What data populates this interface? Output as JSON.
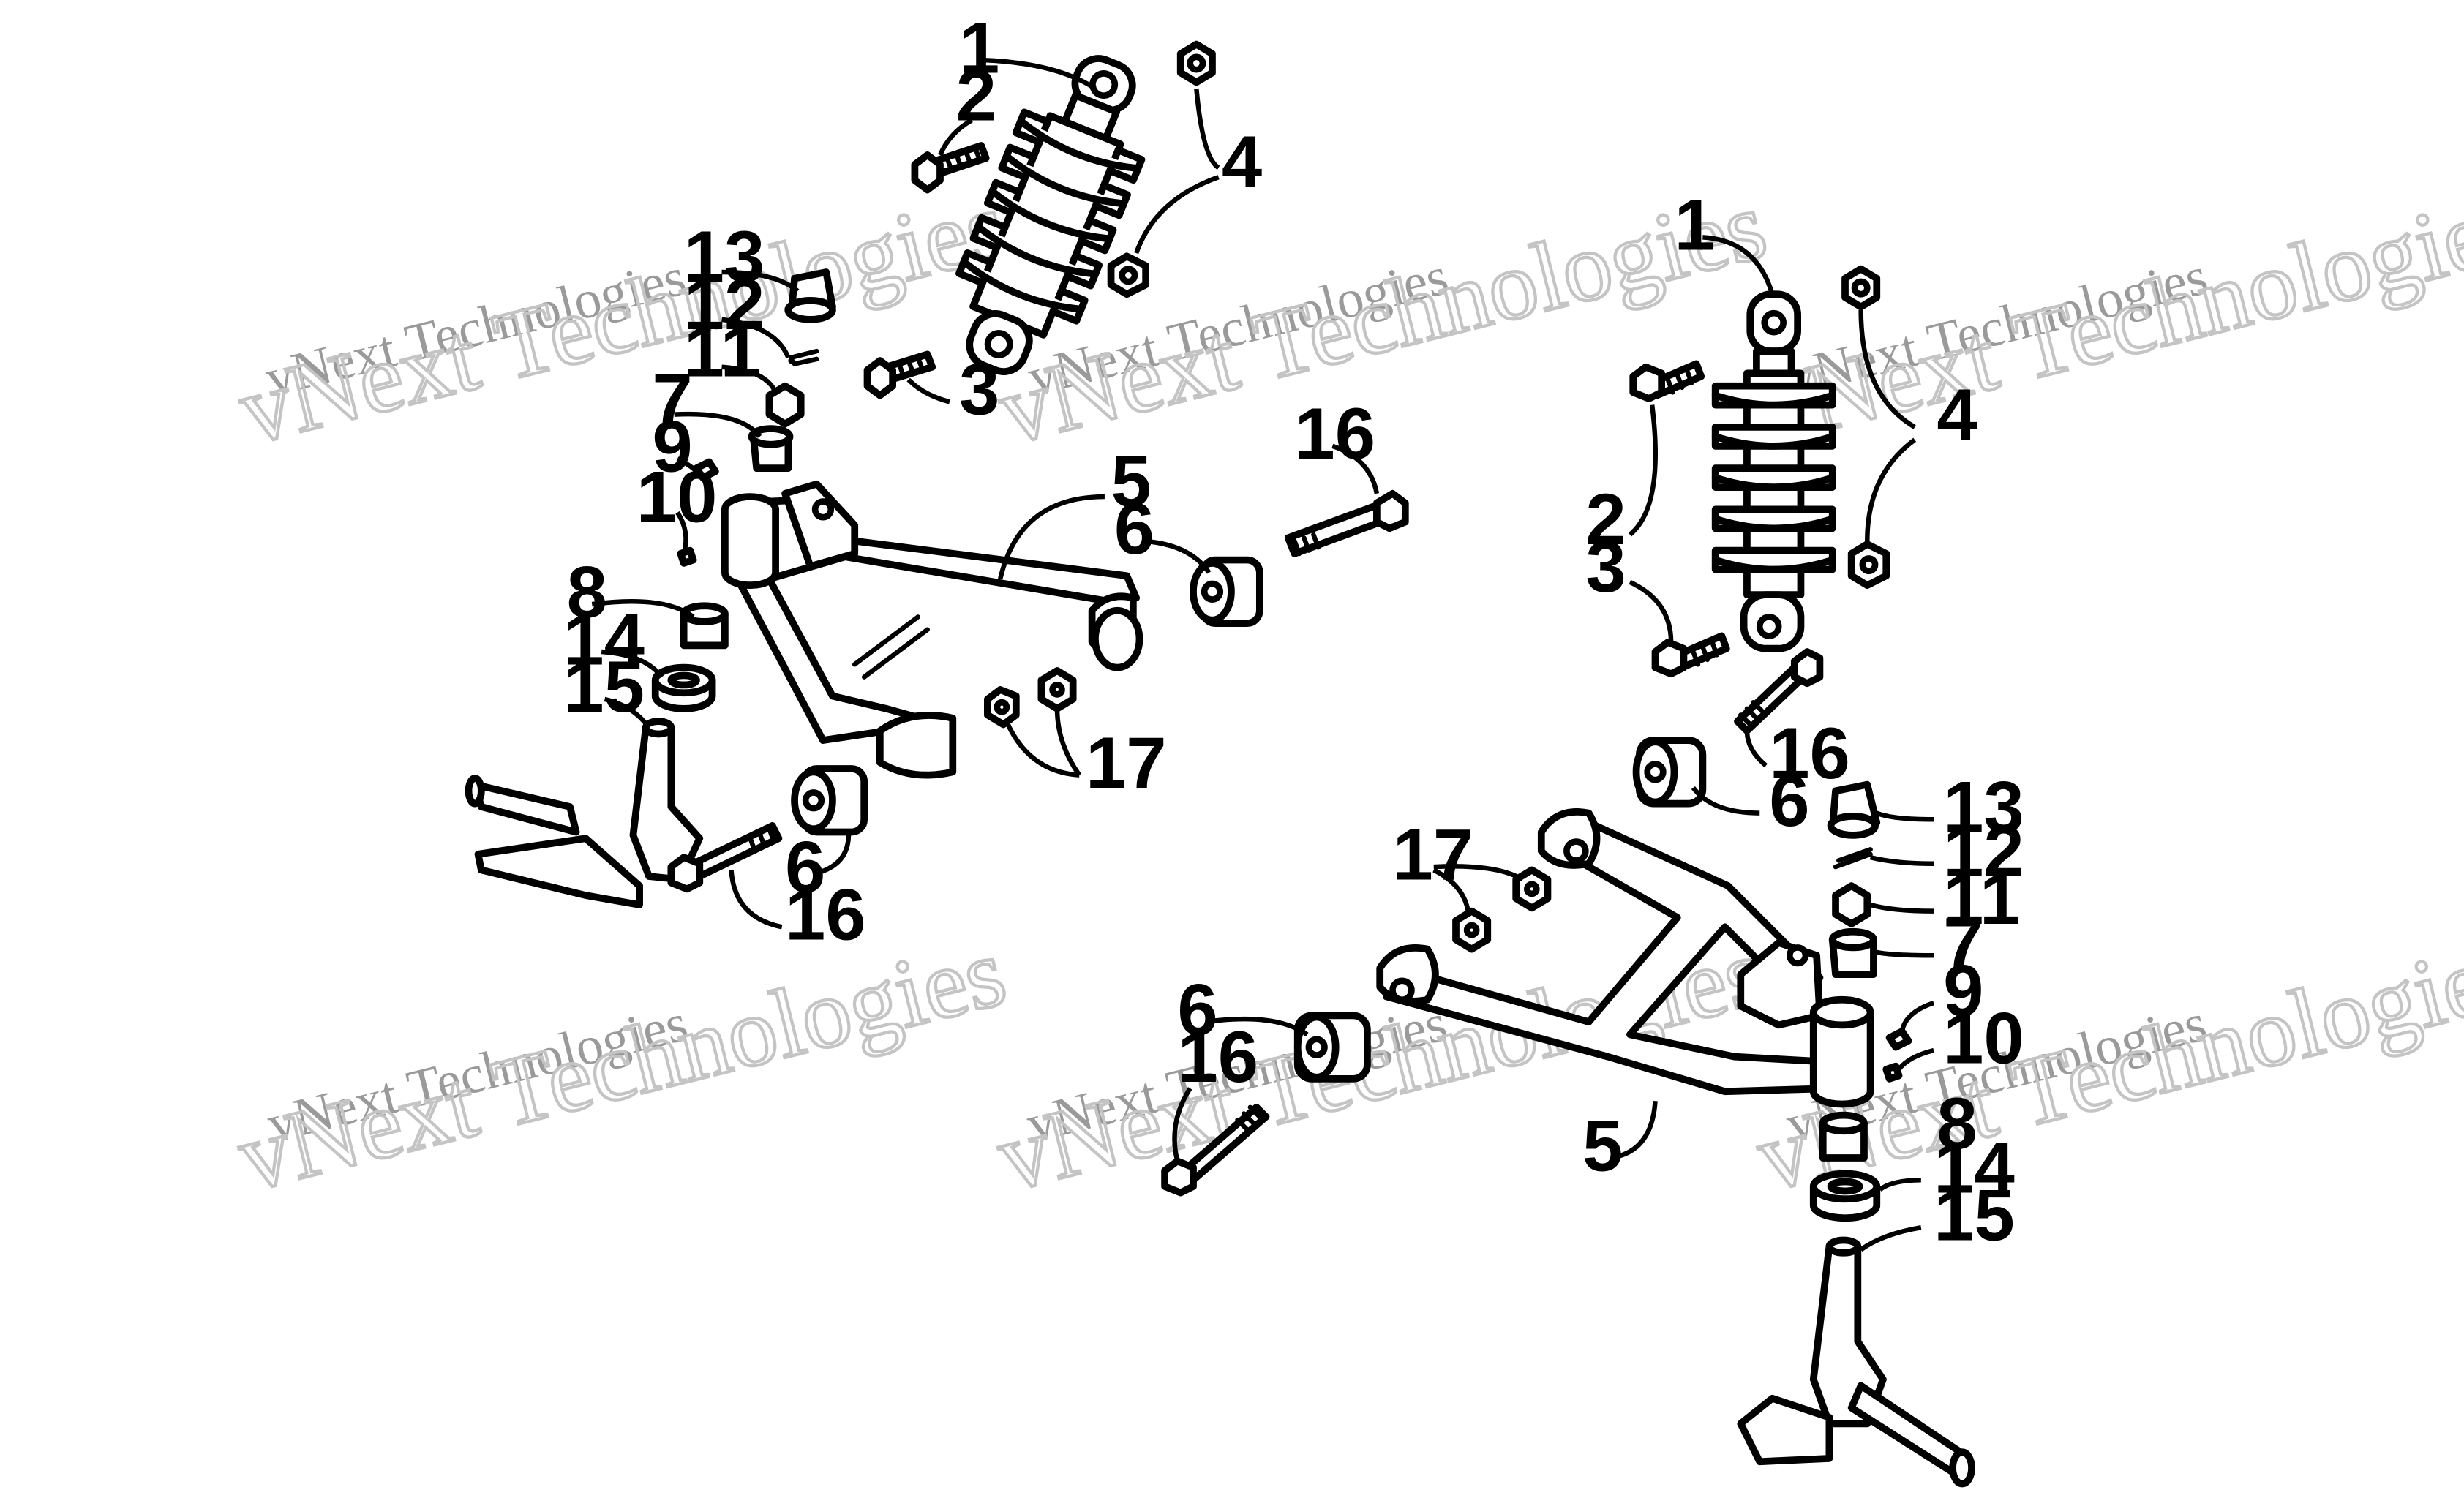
{
  "diagram": {
    "watermark": {
      "line1": "vNext Technologies",
      "line2": "vNext Technologies"
    },
    "callouts": [
      {
        "id": "left-1",
        "label": "1"
      },
      {
        "id": "left-2",
        "label": "2"
      },
      {
        "id": "left-3",
        "label": "3"
      },
      {
        "id": "left-4",
        "label": "4"
      },
      {
        "id": "left-5",
        "label": "5"
      },
      {
        "id": "left-6a",
        "label": "6"
      },
      {
        "id": "left-6b",
        "label": "6"
      },
      {
        "id": "left-7",
        "label": "7"
      },
      {
        "id": "left-8",
        "label": "8"
      },
      {
        "id": "left-9",
        "label": "9"
      },
      {
        "id": "left-10",
        "label": "10"
      },
      {
        "id": "left-11",
        "label": "11"
      },
      {
        "id": "left-12",
        "label": "12"
      },
      {
        "id": "left-13",
        "label": "13"
      },
      {
        "id": "left-14",
        "label": "14"
      },
      {
        "id": "left-15",
        "label": "15"
      },
      {
        "id": "left-16a",
        "label": "16"
      },
      {
        "id": "left-16b",
        "label": "16"
      },
      {
        "id": "left-17",
        "label": "17"
      },
      {
        "id": "right-1",
        "label": "1"
      },
      {
        "id": "right-2",
        "label": "2"
      },
      {
        "id": "right-3",
        "label": "3"
      },
      {
        "id": "right-4",
        "label": "4"
      },
      {
        "id": "right-5",
        "label": "5"
      },
      {
        "id": "right-6a",
        "label": "6"
      },
      {
        "id": "right-6b",
        "label": "6"
      },
      {
        "id": "right-7",
        "label": "7"
      },
      {
        "id": "right-8",
        "label": "8"
      },
      {
        "id": "right-9",
        "label": "9"
      },
      {
        "id": "right-10",
        "label": "10"
      },
      {
        "id": "right-11",
        "label": "11"
      },
      {
        "id": "right-12",
        "label": "12"
      },
      {
        "id": "right-13",
        "label": "13"
      },
      {
        "id": "right-14",
        "label": "14"
      },
      {
        "id": "right-15",
        "label": "15"
      },
      {
        "id": "right-16a",
        "label": "16"
      },
      {
        "id": "right-16b",
        "label": "16"
      },
      {
        "id": "right-17",
        "label": "17"
      }
    ]
  }
}
